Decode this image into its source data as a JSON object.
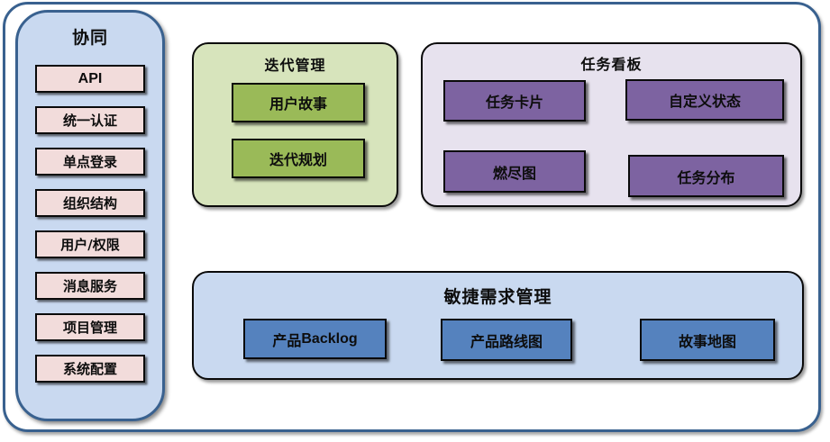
{
  "colors": {
    "frame_border": "#39618f",
    "sidebar_fill": "#c9d9f0",
    "sidebar_item_fill": "#f2dcdb",
    "iteration_fill": "#d7e4bc",
    "iteration_item_fill": "#9aba58",
    "kanban_fill": "#e7e2ee",
    "kanban_item_fill": "#7d63a1",
    "agile_fill": "#c9d9f0",
    "agile_item_fill": "#5582be",
    "box_border": "#000000",
    "text": "#0d0d0d"
  },
  "sidebar": {
    "title": "协同",
    "items": [
      {
        "label": "API"
      },
      {
        "label": "统一认证"
      },
      {
        "label": "单点登录"
      },
      {
        "label": "组织结构"
      },
      {
        "label": "用户/权限"
      },
      {
        "label": "消息服务"
      },
      {
        "label": "项目管理"
      },
      {
        "label": "系统配置"
      }
    ]
  },
  "groups": {
    "iteration": {
      "title": "迭代管理",
      "items": [
        {
          "label": "用户故事"
        },
        {
          "label": "迭代规划"
        }
      ]
    },
    "kanban": {
      "title": "任务看板",
      "items": [
        {
          "label": "任务卡片"
        },
        {
          "label": "自定义状态"
        },
        {
          "label": "燃尽图"
        },
        {
          "label": "任务分布"
        }
      ]
    },
    "agile": {
      "title": "敏捷需求管理",
      "items": [
        {
          "label_zh": "产品",
          "label_en": "Backlog"
        },
        {
          "label": "产品路线图"
        },
        {
          "label": "故事地图"
        }
      ]
    }
  }
}
